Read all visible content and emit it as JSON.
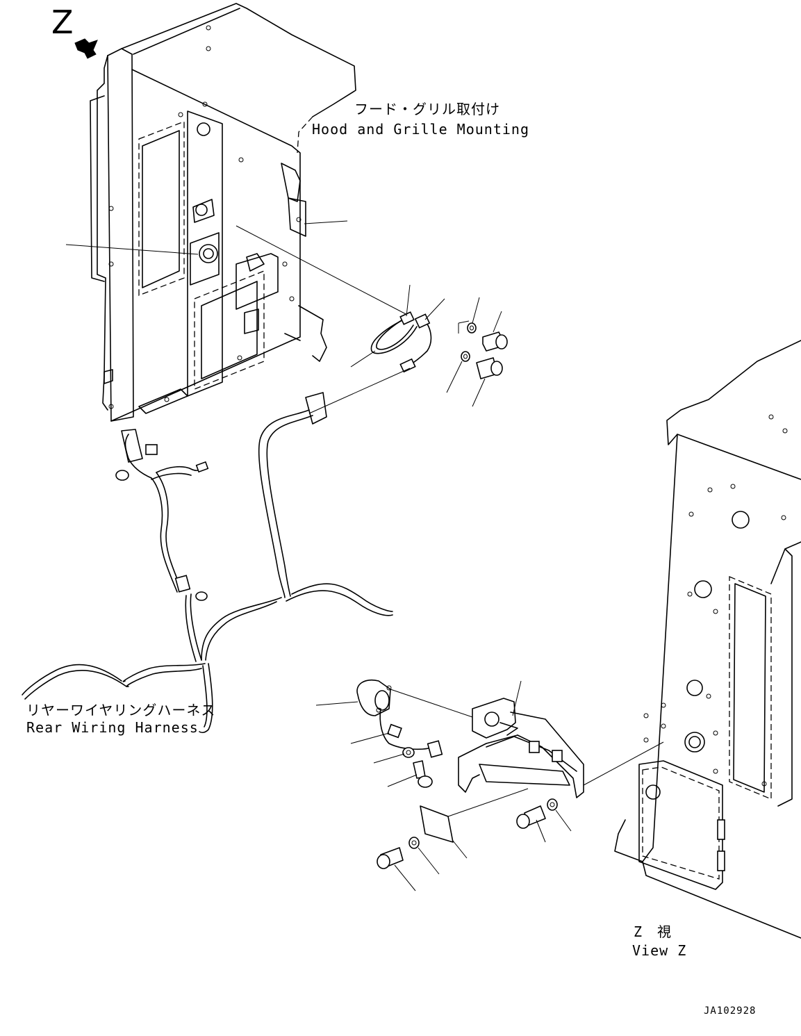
{
  "view_marker": {
    "letter": "Z"
  },
  "labels": {
    "hood_grille_jp": "フード・グリル取付け",
    "hood_grille_en": "Hood and Grille Mounting",
    "rear_harness_jp": "リヤーワイヤリングハーネス",
    "rear_harness_en": "Rear Wiring Harness",
    "view_z_jp": "Z　視",
    "view_z_en": "View Z",
    "drawing_code": "JA102928"
  }
}
